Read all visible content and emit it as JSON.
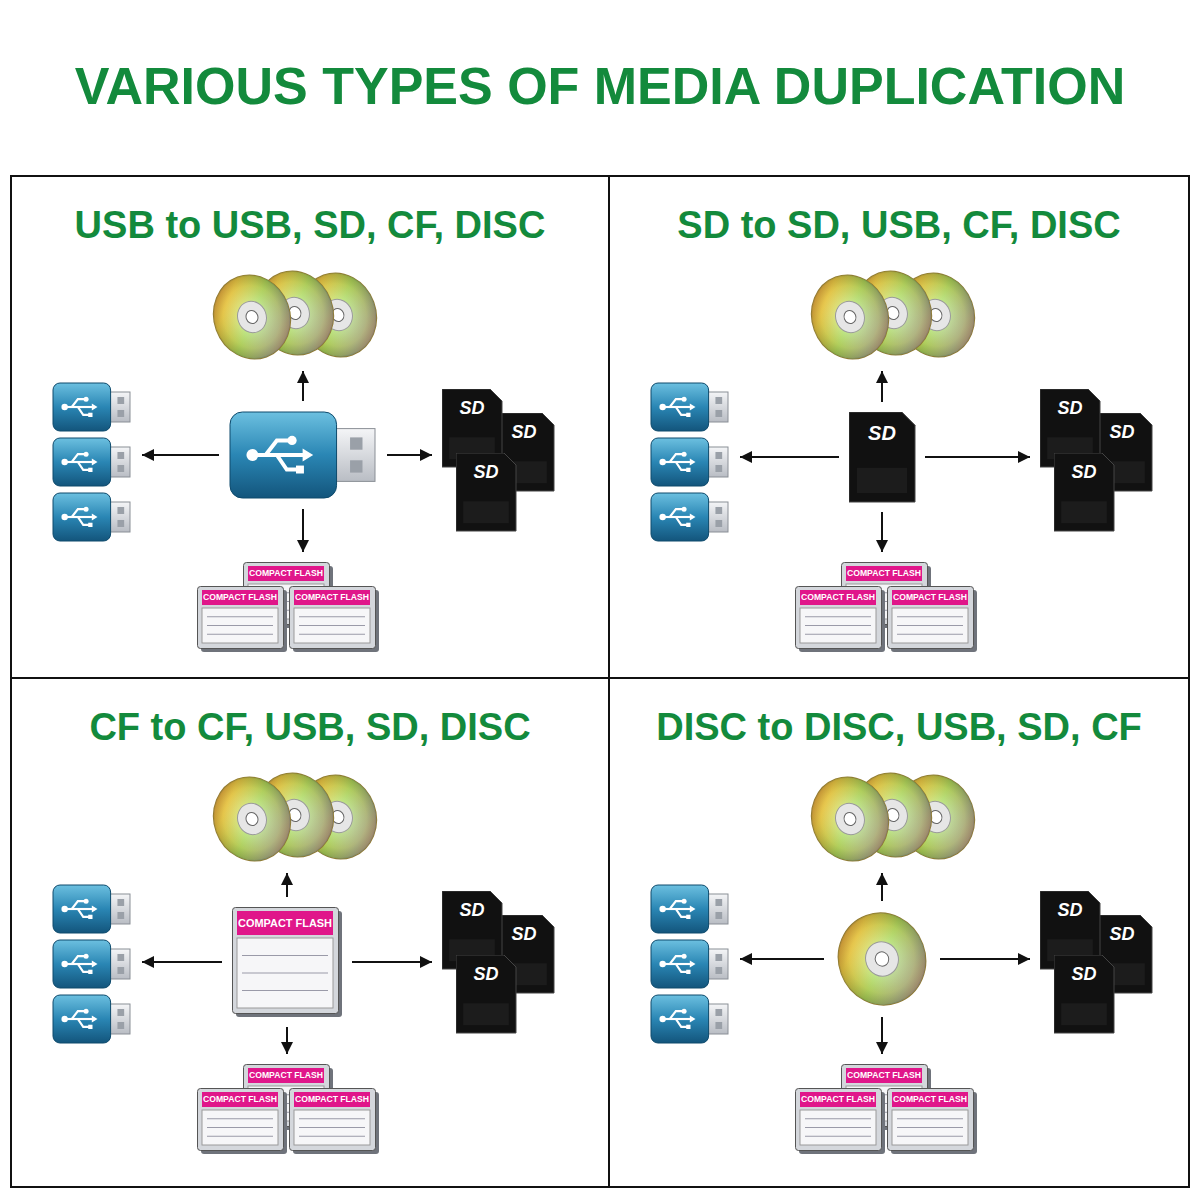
{
  "diagram": {
    "title": "VARIOUS TYPES OF MEDIA DUPLICATION",
    "nodes": [
      {
        "text": [
          "USB to USB, SD, CF, DISC"
        ]
      },
      {
        "text": [],
        "in": 0
      },
      {
        "text": [],
        "in": 0
      },
      {
        "text": [],
        "in": 0
      },
      {
        "text": [
          "SD",
          "SD",
          "SD"
        ],
        "in": 0
      },
      {
        "text": [
          "COMPACT FLASH",
          "COMPACT FLASH",
          "COMPACT FLASH"
        ],
        "in": 0
      },
      {
        "text": [
          "SD to SD, USB, CF, DISC"
        ]
      },
      {
        "text": [],
        "in": 6
      },
      {
        "text": [],
        "in": 6
      },
      {
        "text": [
          "SD"
        ],
        "in": 6
      },
      {
        "text": [
          "SD",
          "SD",
          "SD"
        ],
        "in": 6
      },
      {
        "text": [
          "COMPACT FLASH",
          "COMPACT FLASH",
          "COMPACT FLASH"
        ],
        "in": 6
      },
      {
        "text": [
          "CF to CF, USB, SD, DISC"
        ]
      },
      {
        "text": [],
        "in": 12
      },
      {
        "text": [],
        "in": 12
      },
      {
        "text": [
          "COMPACT FLASH"
        ],
        "in": 12
      },
      {
        "text": [
          "SD",
          "SD",
          "SD"
        ],
        "in": 12
      },
      {
        "text": [
          "COMPACT FLASH",
          "COMPACT FLASH",
          "COMPACT FLASH"
        ],
        "in": 12
      },
      {
        "text": [
          "DISC to DISC, USB, SD, CF"
        ]
      },
      {
        "text": [],
        "in": 18
      },
      {
        "text": [],
        "in": 18
      },
      {
        "text": [],
        "in": 18
      },
      {
        "text": [
          "SD",
          "SD",
          "SD"
        ],
        "in": 18
      },
      {
        "text": [
          "COMPACT FLASH",
          "COMPACT FLASH",
          "COMPACT FLASH"
        ],
        "in": 18
      }
    ],
    "edges": [
      {
        "from": 3,
        "to": 1,
        "arrow": "to"
      },
      {
        "from": 3,
        "to": 2,
        "arrow": "to"
      },
      {
        "from": 3,
        "to": 4,
        "arrow": "to"
      },
      {
        "from": 3,
        "to": 5,
        "arrow": "to"
      },
      {
        "from": 9,
        "to": 7,
        "arrow": "to"
      },
      {
        "from": 9,
        "to": 8,
        "arrow": "to"
      },
      {
        "from": 9,
        "to": 10,
        "arrow": "to"
      },
      {
        "from": 9,
        "to": 11,
        "arrow": "to"
      },
      {
        "from": 15,
        "to": 13,
        "arrow": "to"
      },
      {
        "from": 15,
        "to": 14,
        "arrow": "to"
      },
      {
        "from": 15,
        "to": 16,
        "arrow": "to"
      },
      {
        "from": 15,
        "to": 17,
        "arrow": "to"
      },
      {
        "from": 21,
        "to": 19,
        "arrow": "to"
      },
      {
        "from": 21,
        "to": 20,
        "arrow": "to"
      },
      {
        "from": 21,
        "to": 22,
        "arrow": "to"
      },
      {
        "from": 21,
        "to": 23,
        "arrow": "to"
      }
    ]
  }
}
